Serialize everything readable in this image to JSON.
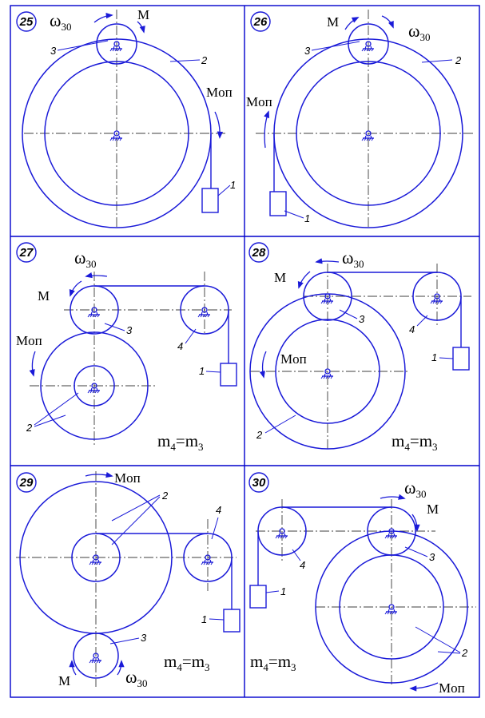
{
  "panels": [
    {
      "number": "25",
      "omega_symbol": "ω",
      "omega_sub": "30",
      "moment": "M",
      "resist_moment": "Мoп",
      "label_1": "1",
      "label_2": "2",
      "label_3": "3"
    },
    {
      "number": "26",
      "omega_symbol": "ω",
      "omega_sub": "30",
      "moment": "M",
      "resist_moment": "Мoп",
      "label_1": "1",
      "label_2": "2",
      "label_3": "3"
    },
    {
      "number": "27",
      "omega_symbol": "ω",
      "omega_sub": "30",
      "moment": "M",
      "resist_moment": "Мoп",
      "label_1": "1",
      "label_2": "2",
      "label_3": "3",
      "label_4": "4",
      "ratio_m": "m",
      "ratio_sub_a": "4",
      "ratio_eq": "=",
      "ratio_sub_b": "3"
    },
    {
      "number": "28",
      "omega_symbol": "ω",
      "omega_sub": "30",
      "moment": "M",
      "resist_moment": "Мoп",
      "label_1": "1",
      "label_2": "2",
      "label_3": "3",
      "label_4": "4",
      "ratio_m": "m",
      "ratio_sub_a": "4",
      "ratio_eq": "=",
      "ratio_sub_b": "3"
    },
    {
      "number": "29",
      "omega_symbol": "ω",
      "omega_sub": "30",
      "moment": "M",
      "resist_moment": "Мoп",
      "label_1": "1",
      "label_2": "2",
      "label_3": "3",
      "label_4": "4",
      "ratio_m": "m",
      "ratio_sub_a": "4",
      "ratio_eq": "=",
      "ratio_sub_b": "3"
    },
    {
      "number": "30",
      "omega_symbol": "ω",
      "omega_sub": "30",
      "moment": "M",
      "resist_moment": "Мoп",
      "label_1": "1",
      "label_2": "2",
      "label_3": "3",
      "label_4": "4",
      "ratio_m": "m",
      "ratio_sub_a": "4",
      "ratio_eq": "=",
      "ratio_sub_b": "3"
    }
  ],
  "colors": {
    "line": "#1a1ad8",
    "frame": "#0000cc",
    "text": "#000000"
  }
}
